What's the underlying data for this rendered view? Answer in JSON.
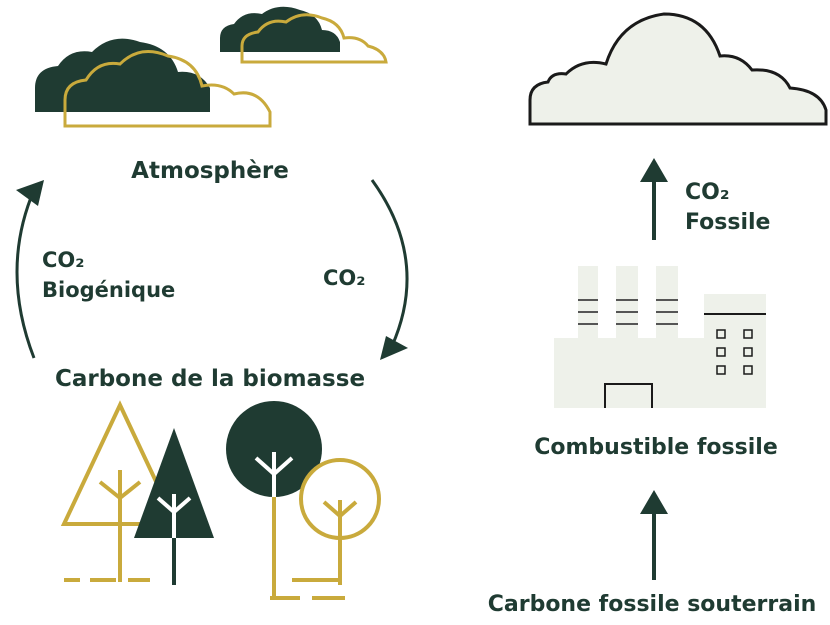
{
  "colors": {
    "dark_green": "#1f3b32",
    "gold": "#c9aa3c",
    "pale_green": "#eef1ea",
    "outline": "#1a1a1a"
  },
  "biogenic": {
    "atmosphere": "Atmosphère",
    "co2_up": "CO₂",
    "co2_up_sub": "Biogénique",
    "co2_down": "CO₂",
    "biomass": "Carbone de la biomasse"
  },
  "fossil": {
    "co2": "CO₂",
    "co2_sub": "Fossile",
    "fuel": "Combustible fossile",
    "underground": "Carbone fossile souterrain"
  },
  "icons": [
    "cloud-icon",
    "tree-icon",
    "factory-icon",
    "arrow-icon"
  ]
}
